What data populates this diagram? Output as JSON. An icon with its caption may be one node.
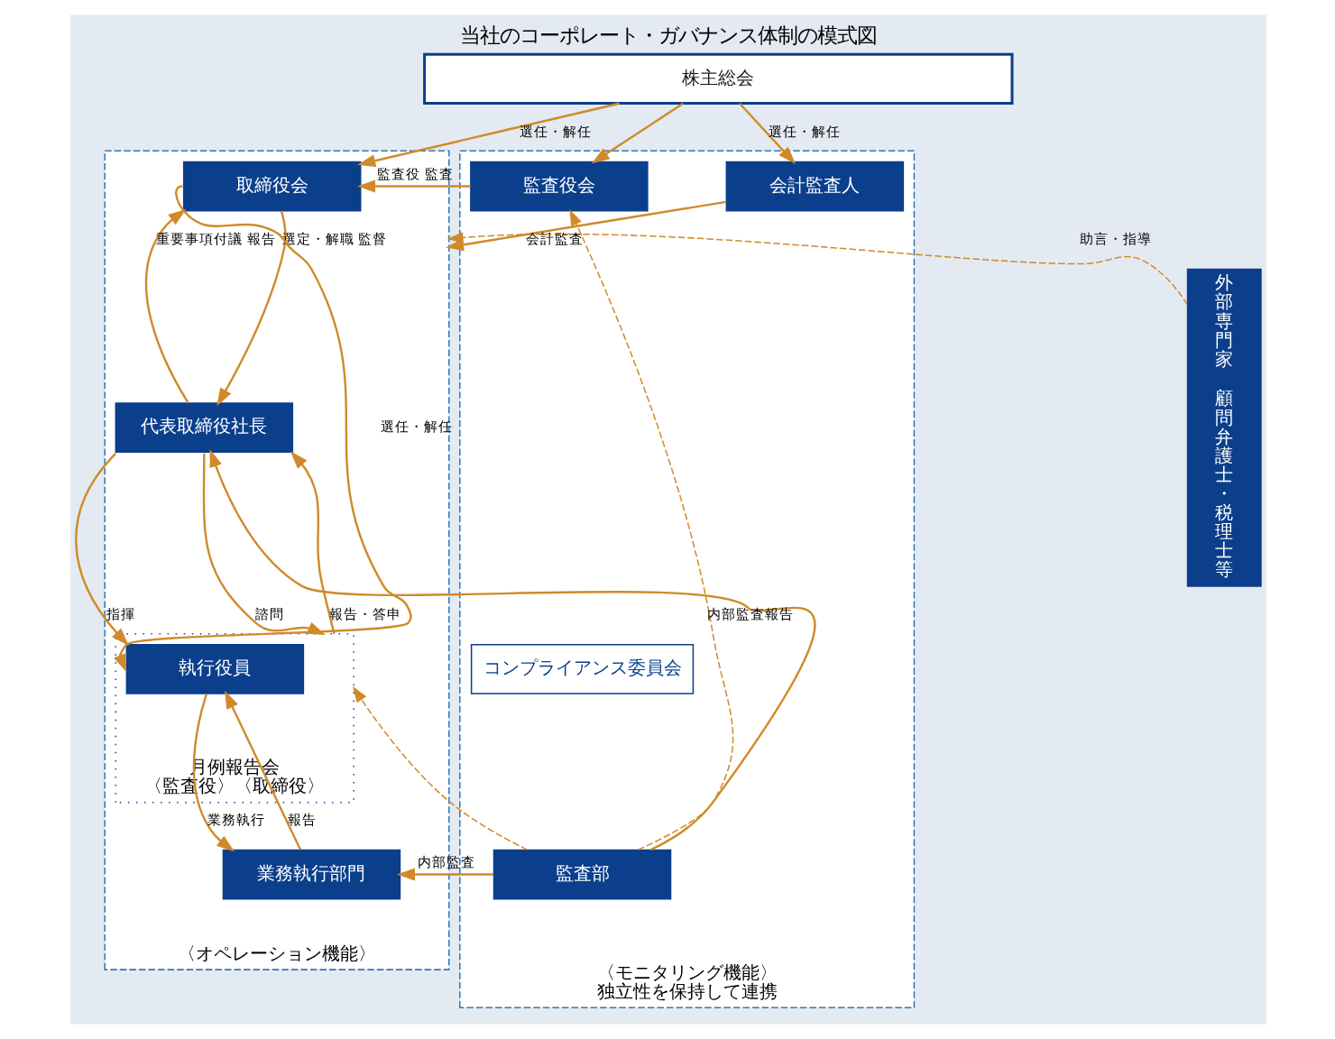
{
  "diagram": {
    "title": "当社のコーポレート・ガバナンス体制の模式図",
    "nodes": [
      {
        "text": [
          "株主総会"
        ]
      },
      {
        "text": [
          "外部専門家",
          "顧問弁護士・税理士等"
        ]
      },
      {
        "text": [
          "〈オペレーション機能〉"
        ]
      },
      {
        "text": [
          "取締役会"
        ],
        "in": 2
      },
      {
        "text": [
          "代表取締役社長"
        ],
        "in": 2
      },
      {
        "text": [
          "月例報告会",
          "〈監査役〉〈取締役〉"
        ],
        "in": 2
      },
      {
        "text": [
          "執行役員"
        ],
        "in": 5
      },
      {
        "text": [
          "業務執行部門"
        ],
        "in": 2
      },
      {
        "text": [
          "〈モニタリング機能〉",
          "独立性を保持して連携"
        ]
      },
      {
        "text": [
          "監査役会"
        ],
        "in": 8
      },
      {
        "text": [
          "会計監査人"
        ],
        "in": 8
      },
      {
        "text": [
          "コンプライアンス委員会"
        ],
        "in": 8
      },
      {
        "text": [
          "監査部"
        ],
        "in": 8
      }
    ],
    "edges": [
      {
        "from": 0,
        "to": 3,
        "arrow": "to",
        "label": "選任・解任"
      },
      {
        "from": 0,
        "to": 9,
        "arrow": "to"
      },
      {
        "from": 0,
        "to": 10,
        "arrow": "to",
        "label": "選任・解任"
      },
      {
        "from": 9,
        "to": 3,
        "arrow": "to",
        "label": "監査役 監査"
      },
      {
        "from": 10,
        "to": 2,
        "arrow": "to",
        "label": "会計監査"
      },
      {
        "from": 3,
        "to": 4,
        "arrow": "to",
        "label": "選定・解職 監督"
      },
      {
        "from": 4,
        "to": 3,
        "arrow": "to",
        "label": "重要事項付議 報告"
      },
      {
        "from": 4,
        "to": 5,
        "arrow": "to",
        "label": "諮問"
      },
      {
        "from": 5,
        "to": 4,
        "arrow": "to",
        "label": "報告・答申"
      },
      {
        "from": 4,
        "to": 6,
        "arrow": "to",
        "label": "指揮"
      },
      {
        "from": 3,
        "to": 6,
        "arrow": "to",
        "label": "選任・解任"
      },
      {
        "from": 6,
        "to": 7,
        "arrow": "to",
        "label": "業務執行"
      },
      {
        "from": 7,
        "to": 6,
        "arrow": "to",
        "label": "報告"
      },
      {
        "from": 12,
        "to": 7,
        "arrow": "to",
        "label": "内部監査"
      },
      {
        "from": 12,
        "to": 4,
        "arrow": "to"
      },
      {
        "from": 12,
        "to": 9,
        "arrow": "to",
        "style": "dashed",
        "label": "内部監査報告"
      },
      {
        "from": 12,
        "to": 5,
        "arrow": "to",
        "style": "dashed"
      },
      {
        "from": 1,
        "to": 2,
        "arrow": "to",
        "style": "dashed",
        "label": "助言・指導"
      }
    ]
  }
}
